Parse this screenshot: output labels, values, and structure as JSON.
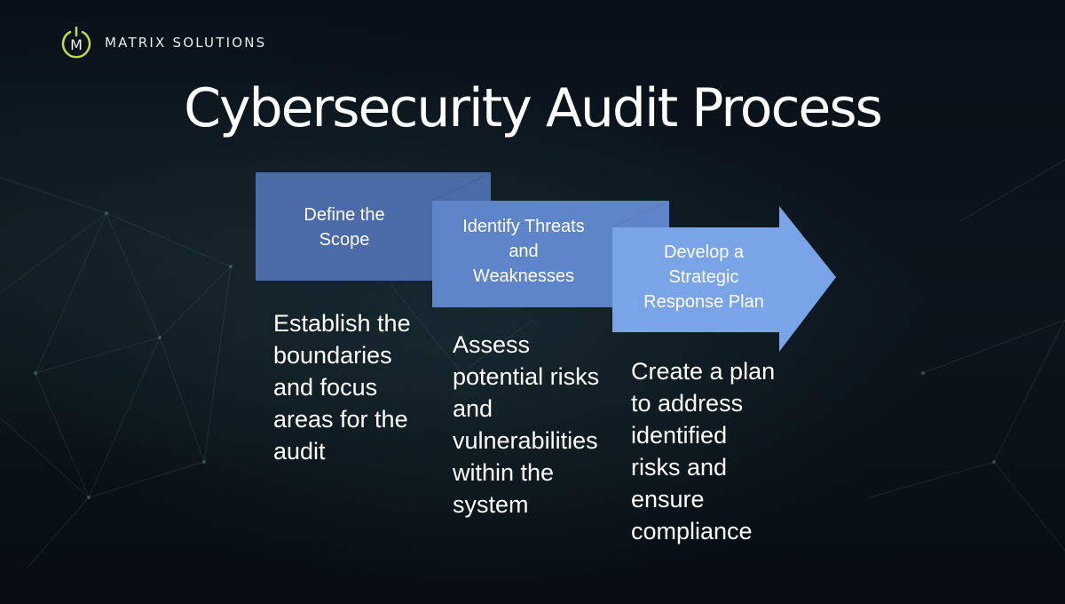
{
  "brand": {
    "name": "MATRIX SOLUTIONS",
    "logo_letter": "M",
    "accent_color": "#c5d94a"
  },
  "slide": {
    "title": "Cybersecurity Audit Process"
  },
  "steps": [
    {
      "label": "Define the\nScope",
      "description": "Establish the\nboundaries\nand focus\nareas for the\naudit",
      "fill": "#4a6aa8"
    },
    {
      "label": "Identify Threats\nand\nWeaknesses",
      "description": "Assess\npotential risks\nand\nvulnerabilities\nwithin the\nsystem",
      "fill": "#5d85c8"
    },
    {
      "label": "Develop a\nStrategic\nResponse Plan",
      "description": "Create a plan\nto address\nidentified\nrisks and\nensure\ncompliance",
      "fill": "#7aa4e8"
    }
  ]
}
